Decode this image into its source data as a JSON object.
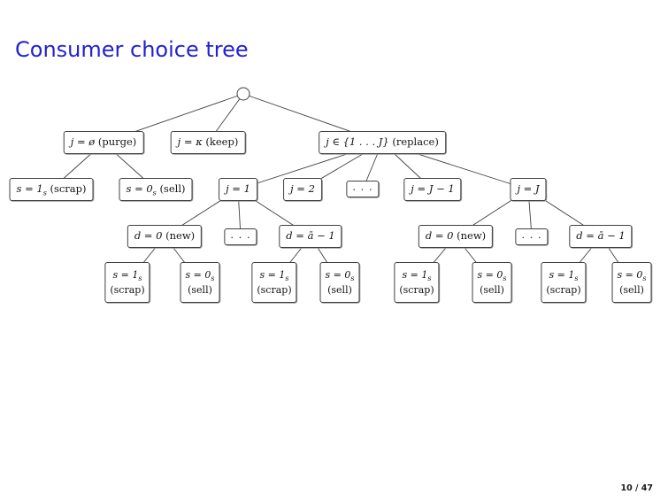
{
  "slide": {
    "title": "Consumer choice tree",
    "page_number": "10 / 47"
  },
  "colors": {
    "title_blue": "#2121d6",
    "edge_gray": "#404040",
    "node_border": "#404040",
    "background": "#ffffff"
  },
  "tree": {
    "root": {
      "name": "decision-root"
    },
    "level1": {
      "purge": {
        "math": "j = ø",
        "note": "(purge)"
      },
      "keep": {
        "math": "j = κ",
        "note": "(keep)"
      },
      "replace": {
        "math": "j ∈ {1 . . . J}",
        "note": "(replace)"
      }
    },
    "level2": {
      "scrap": {
        "math": "s = 1",
        "sub": "s",
        "note": "(scrap)"
      },
      "sell": {
        "math": "s = 0",
        "sub": "s",
        "note": "(sell)"
      },
      "j1": {
        "math": "j = 1"
      },
      "j2": {
        "math": "j = 2"
      },
      "dots": {
        "math": ". . ."
      },
      "jJm1": {
        "math": "j = J − 1"
      },
      "jJ": {
        "math": "j = J"
      }
    },
    "level3": {
      "d0_left": {
        "math": "d = 0",
        "note": "(new)"
      },
      "dots_left": {
        "math": ". . ."
      },
      "dbar_left": {
        "math": "d = ā − 1"
      },
      "d0_right": {
        "math": "d = 0",
        "note": "(new)"
      },
      "dots_right": {
        "math": ". . ."
      },
      "dbar_right": {
        "math": "d = ā − 1"
      }
    },
    "leaves": [
      {
        "math": "s = 1",
        "sub": "s",
        "note": "(scrap)"
      },
      {
        "math": "s = 0",
        "sub": "s",
        "note": "(sell)"
      },
      {
        "math": "s = 1",
        "sub": "s",
        "note": "(scrap)"
      },
      {
        "math": "s = 0",
        "sub": "s",
        "note": "(sell)"
      },
      {
        "math": "s = 1",
        "sub": "s",
        "note": "(scrap)"
      },
      {
        "math": "s = 0",
        "sub": "s",
        "note": "(sell)"
      },
      {
        "math": "s = 1",
        "sub": "s",
        "note": "(scrap)"
      },
      {
        "math": "s = 0",
        "sub": "s",
        "note": "(sell)"
      }
    ]
  }
}
